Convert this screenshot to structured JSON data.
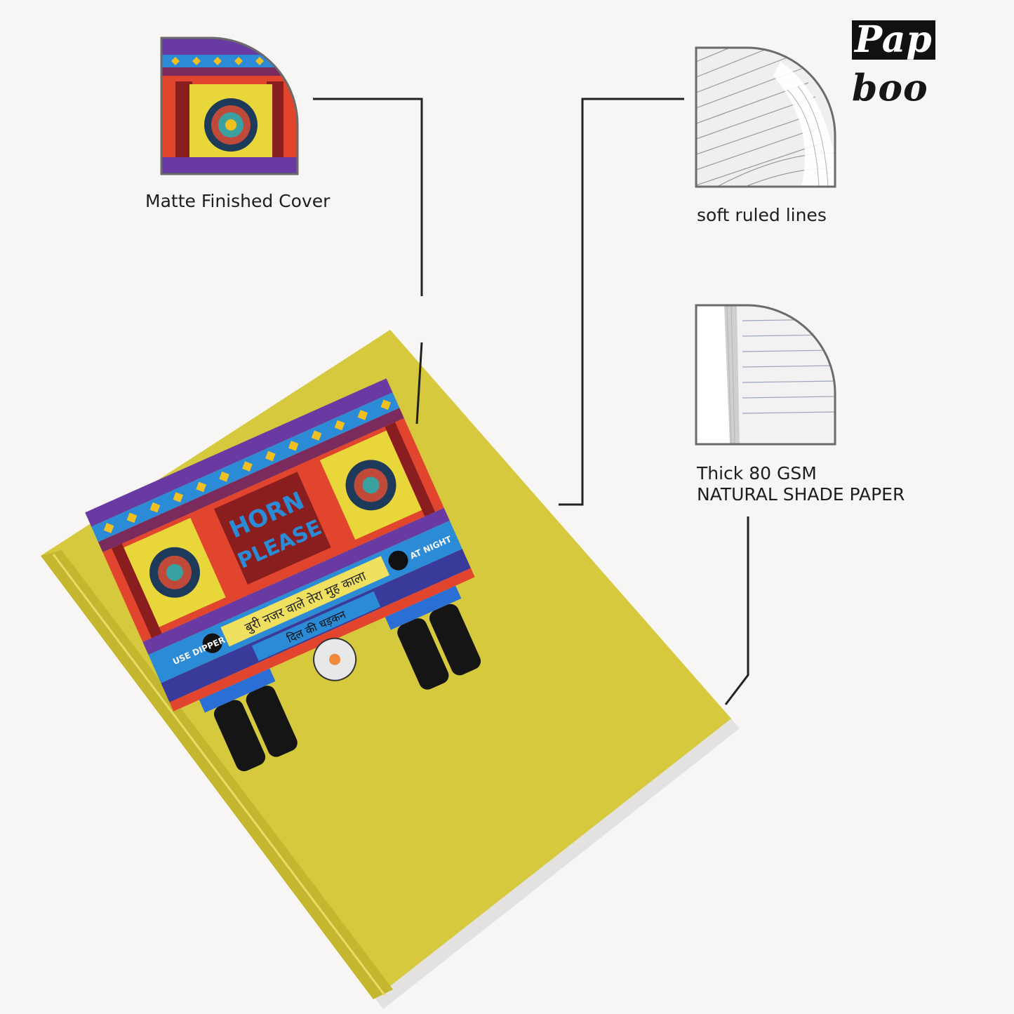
{
  "brand": {
    "logo_box": "Pap",
    "logo_rest": "boo"
  },
  "features": [
    {
      "label": "Matte Finished Cover",
      "icon": "cover-pattern-swatch"
    },
    {
      "label": "soft ruled lines",
      "icon": "ruled-lines-swatch"
    },
    {
      "label_line1": "Thick 80 GSM",
      "label_line2": "NATURAL SHADE PAPER",
      "icon": "paper-edge-swatch"
    }
  ],
  "notebook": {
    "cover_color": "#d6c93e",
    "horn_line1": "HORN",
    "horn_line2": "PLEASE",
    "banner_top": "बुरी नजर वाले तेरा मुह काला",
    "banner_bottom": "दिल की धड़कन",
    "tag_left": "USE DIPPER",
    "tag_right": "AT NIGHT"
  },
  "colors": {
    "cover": "#d6c93e",
    "accent_red": "#e2452e",
    "accent_blue": "#2b6fd6",
    "accent_purple": "#6a3aa3"
  }
}
